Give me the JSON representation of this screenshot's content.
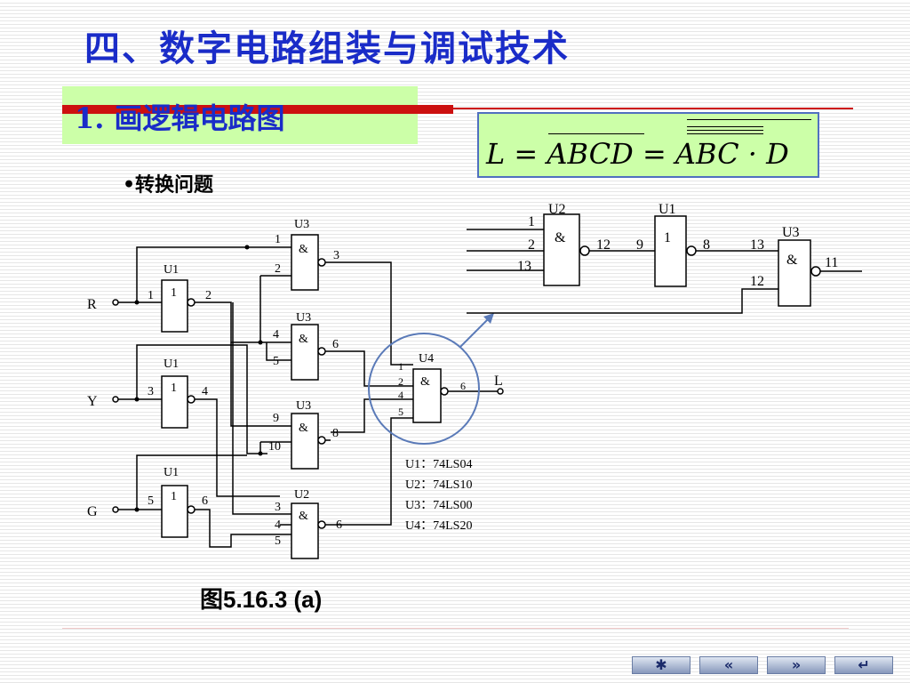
{
  "title": "四、数字电路组装与调试技术",
  "section": {
    "title": "1. 画逻辑电路图",
    "bullet": "•转换问题"
  },
  "formula": {
    "text": "L = ABCD = ABC · D"
  },
  "diagram": {
    "inputs": [
      "R",
      "Y",
      "G"
    ],
    "output": "L",
    "gates": [
      {
        "id": "U1",
        "symbol": "1",
        "pins_in": [
          "1"
        ],
        "pins_out": [
          "2"
        ]
      },
      {
        "id": "U1",
        "symbol": "1",
        "pins_in": [
          "3"
        ],
        "pins_out": [
          "4"
        ]
      },
      {
        "id": "U1",
        "symbol": "1",
        "pins_in": [
          "5"
        ],
        "pins_out": [
          "6"
        ]
      },
      {
        "id": "U3",
        "symbol": "&",
        "pins_in": [
          "1",
          "2"
        ],
        "pins_out": [
          "3"
        ]
      },
      {
        "id": "U3",
        "symbol": "&",
        "pins_in": [
          "4",
          "5"
        ],
        "pins_out": [
          "6"
        ]
      },
      {
        "id": "U3",
        "symbol": "&",
        "pins_in": [
          "9",
          "10"
        ],
        "pins_out": [
          "8"
        ]
      },
      {
        "id": "U2",
        "symbol": "&",
        "pins_in": [
          "3",
          "4",
          "5"
        ],
        "pins_out": [
          "6"
        ]
      },
      {
        "id": "U4",
        "symbol": "&",
        "pins_in": [
          "1",
          "2",
          "4",
          "5"
        ],
        "pins_out": [
          "6"
        ]
      }
    ],
    "chips": [
      "U1：74LS04",
      "U2：74LS10",
      "U3：74LS00",
      "U4：74LS20"
    ],
    "inset": {
      "gates": [
        {
          "id": "U2",
          "symbol": "&",
          "pins_in": [
            "1",
            "2",
            "13"
          ],
          "pins_out": [
            "12"
          ]
        },
        {
          "id": "U1",
          "symbol": "1",
          "pins_in": [
            "9"
          ],
          "pins_out": [
            "8"
          ]
        },
        {
          "id": "U3",
          "symbol": "&",
          "pins_in": [
            "13",
            "12"
          ],
          "pins_out": [
            "11"
          ]
        }
      ]
    },
    "caption": "图5.16.3 (a)"
  },
  "nav": [
    {
      "name": "star",
      "icon": "asterisk-icon"
    },
    {
      "name": "prev",
      "icon": "double-left-arrow-icon"
    },
    {
      "name": "next",
      "icon": "double-right-arrow-icon"
    },
    {
      "name": "return",
      "icon": "return-arrow-icon"
    }
  ]
}
